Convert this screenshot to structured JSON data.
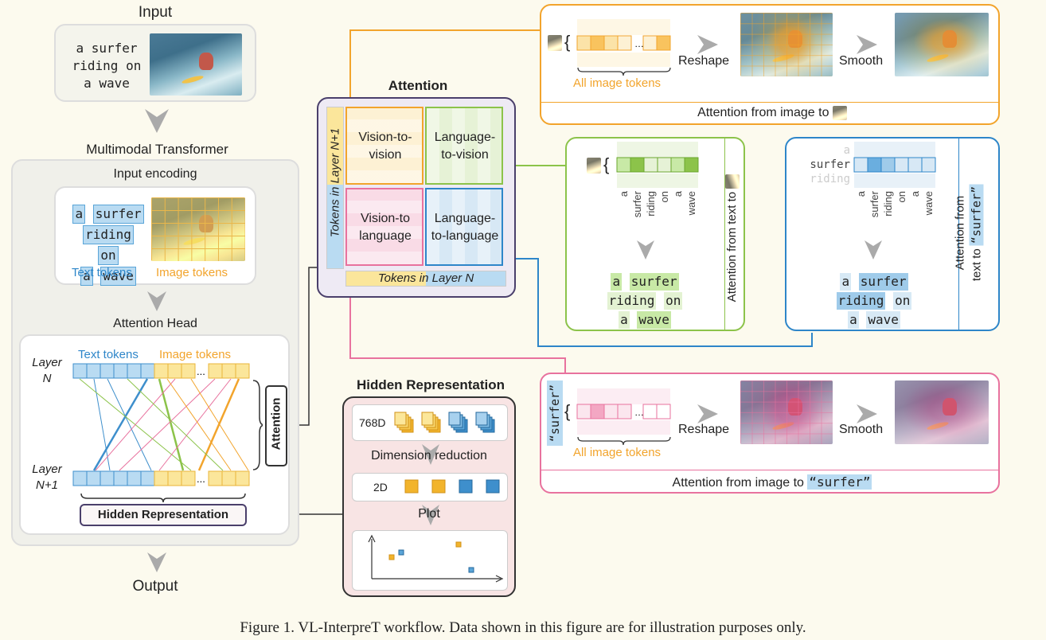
{
  "input": {
    "title": "Input",
    "caption_lines": [
      "a surfer",
      "riding on",
      "a wave"
    ]
  },
  "transformer": {
    "title": "Multimodal Transformer",
    "input_encoding": "Input encoding",
    "text_tokens": [
      "a",
      "surfer",
      "riding",
      "on",
      "a",
      "wave"
    ],
    "text_tokens_label": "Text tokens",
    "image_tokens_label": "Image tokens",
    "attention_head": "Attention Head",
    "layer_n": "Layer",
    "layer_n_sub": "N",
    "layer_n1": "Layer",
    "layer_n1_sub": "N+1",
    "ellipsis": "...",
    "attention_label": "Attention",
    "hidden_rep_label": "Hidden Representation"
  },
  "output": {
    "title": "Output"
  },
  "attention": {
    "title": "Attention",
    "vv": "Vision-to-vision",
    "lv": "Language-to-vision",
    "vl": "Vision-to language",
    "ll": "Language-to-language",
    "y_axis": "Tokens in Layer N+1",
    "x_axis": "Tokens in Layer N"
  },
  "img_to_img": {
    "all_tokens": "All image tokens",
    "reshape": "Reshape",
    "smooth": "Smooth",
    "footer": "Attention from image to"
  },
  "text_to_img": {
    "tokens": [
      "a",
      "surfer",
      "riding",
      "on",
      "a",
      "wave"
    ],
    "caption_lines": [
      [
        "a",
        "surfer"
      ],
      [
        "riding",
        "on"
      ],
      [
        "a",
        "wave"
      ]
    ],
    "side_label": "Attention from text to"
  },
  "text_to_surfer": {
    "left_words": [
      "a",
      "surfer",
      "riding"
    ],
    "tokens": [
      "a",
      "surfer",
      "riding",
      "on",
      "a",
      "wave"
    ],
    "caption_lines": [
      [
        "a",
        "surfer"
      ],
      [
        "riding",
        "on"
      ],
      [
        "a",
        "wave"
      ]
    ],
    "side_label_1": "Attention from",
    "side_label_2": "text to",
    "quoted": "“surfer”"
  },
  "img_to_surfer": {
    "quoted": "“surfer”",
    "all_tokens": "All image tokens",
    "reshape": "Reshape",
    "smooth": "Smooth",
    "footer": "Attention from image to",
    "footer_quoted": "“surfer”"
  },
  "hidden": {
    "title": "Hidden Representation",
    "d768": "768D",
    "dim_reduction": "Dimension reduction",
    "d2": "2D",
    "plot": "Plot"
  },
  "caption": "Figure 1. VL-InterpreT workflow. Data shown in this figure are for illustration purposes only.",
  "colors": {
    "orange": "#f2a42c",
    "green": "#8cc34a",
    "blue": "#2e86c9",
    "pink": "#e8729e",
    "purple": "#4a3f6b"
  }
}
